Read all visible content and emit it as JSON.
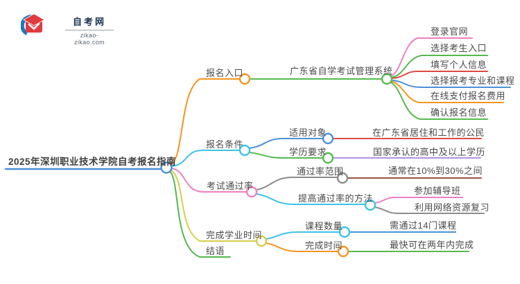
{
  "logo": {
    "title": "自考网",
    "domain": "zikao-zikao.com"
  },
  "mindmap": {
    "root": {
      "label": "2025年深圳职业技术学院自考报名指南"
    },
    "branches": [
      {
        "label": "报名入口",
        "children": [
          {
            "label": "广东省自学考试管理系统",
            "children": [
              {
                "label": "登录官网"
              },
              {
                "label": "选择考生入口"
              },
              {
                "label": "填写个人信息"
              },
              {
                "label": "选择报考专业和课程"
              },
              {
                "label": "在线支付报名费用"
              },
              {
                "label": "确认报名信息"
              }
            ]
          }
        ]
      },
      {
        "label": "报名条件",
        "children": [
          {
            "label": "适用对象",
            "children": [
              {
                "label": "在广东省居住和工作的公民"
              }
            ]
          },
          {
            "label": "学历要求",
            "children": [
              {
                "label": "国家承认的高中及以上学历"
              }
            ]
          }
        ]
      },
      {
        "label": "考试通过率",
        "children": [
          {
            "label": "通过率范围",
            "children": [
              {
                "label": "通常在10%到30%之间"
              }
            ]
          },
          {
            "label": "提高通过率的方法",
            "children": [
              {
                "label": "参加辅导班"
              },
              {
                "label": "利用网络资源复习"
              }
            ]
          }
        ]
      },
      {
        "label": "完成学业时间",
        "children": [
          {
            "label": "课程数量",
            "children": [
              {
                "label": "需通过14门课程"
              }
            ]
          },
          {
            "label": "完成时间",
            "children": [
              {
                "label": "最快可在两年内完成"
              }
            ]
          }
        ]
      },
      {
        "label": "结语",
        "children": []
      }
    ]
  },
  "palette": {
    "blue": "#4a90d9",
    "orange": "#f7941e",
    "green": "#55b94e",
    "cyan": "#3bc3e6",
    "pink": "#ee7fc1",
    "red": "#dd4a43",
    "purple": "#b193dc",
    "yellow": "#d4ce4a",
    "gray": "#8c8c8c",
    "brown": "#9e5147",
    "text": "#4a4a4a",
    "logo_navy": "#17314f",
    "logo_blue": "#1a7ac0",
    "logo_red": "#e23b3f"
  }
}
